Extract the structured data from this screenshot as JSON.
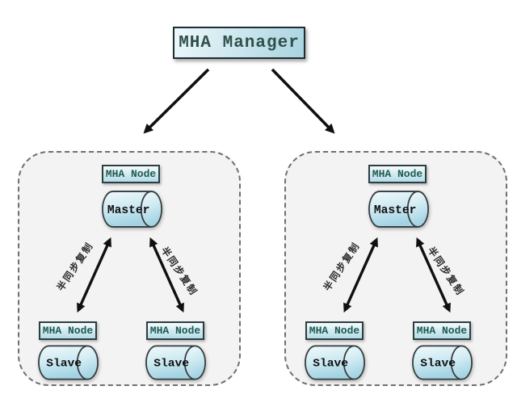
{
  "manager": {
    "label": "MHA Manager"
  },
  "clusters": [
    {
      "master": {
        "node_label": "MHA Node",
        "db_label": "Master"
      },
      "slaves": [
        {
          "node_label": "MHA Node",
          "db_label": "Slave"
        },
        {
          "node_label": "MHA Node",
          "db_label": "Slave"
        }
      ],
      "replication": {
        "left_label": "半同步复制",
        "right_label": "半同步复制"
      }
    },
    {
      "master": {
        "node_label": "MHA Node",
        "db_label": "Master"
      },
      "slaves": [
        {
          "node_label": "MHA Node",
          "db_label": "Slave"
        },
        {
          "node_label": "MHA Node",
          "db_label": "Slave"
        }
      ],
      "replication": {
        "left_label": "半同步复制",
        "right_label": "半同步复制"
      }
    }
  ],
  "colors": {
    "cylinder_top": "#f2fafc",
    "cylinder_bottom": "#a3d3e3",
    "label_text": "#1d5a4e",
    "box_border": "#2d3e41",
    "arrow": "#101010",
    "cluster_bg": "#f3f3f3",
    "cluster_border": "#6f6f6f"
  }
}
